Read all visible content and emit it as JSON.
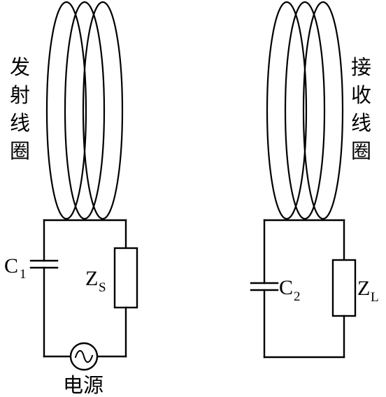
{
  "transmitter": {
    "coil_label": [
      "发",
      "射",
      "线",
      "圈"
    ],
    "capacitor": {
      "letter": "C",
      "subscript": "1"
    },
    "impedance": {
      "letter": "Z",
      "subscript": "S"
    },
    "source_label": "电源"
  },
  "receiver": {
    "coil_label": [
      "接",
      "收",
      "线",
      "圈"
    ],
    "capacitor": {
      "letter": "C",
      "subscript": "2"
    },
    "impedance": {
      "letter": "Z",
      "subscript": "L"
    }
  }
}
